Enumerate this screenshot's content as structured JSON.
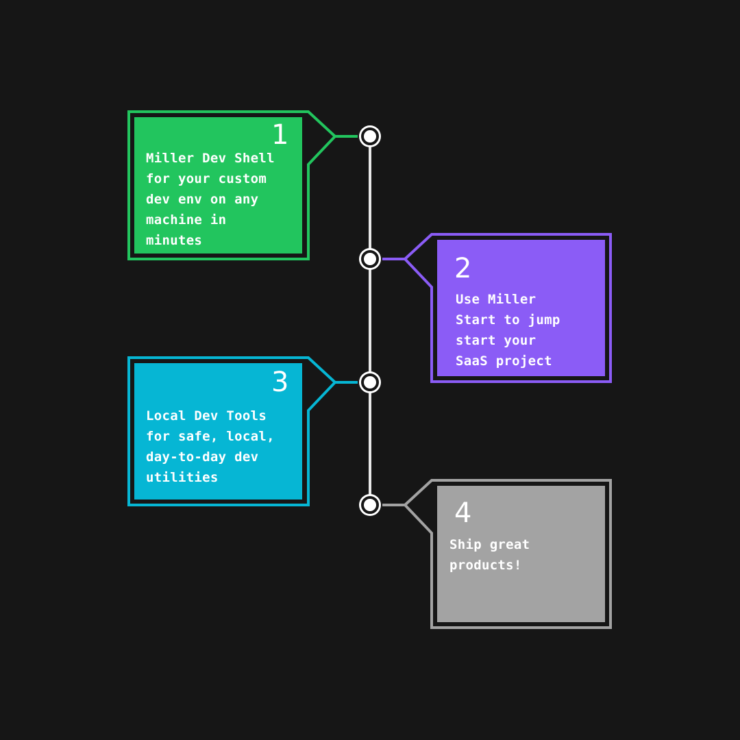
{
  "timeline": {
    "background": "#161616",
    "line_color": "#e8e8e8",
    "node_fill": "#ffffff",
    "steps": [
      {
        "number": "1",
        "text": "Miller Dev Shell\nfor your custom\ndev env on any\nmachine in\nminutes",
        "color": "#22c55e",
        "side": "left"
      },
      {
        "number": "2",
        "text": "Use Miller\nStart to jump\nstart your\nSaaS project",
        "color": "#8b5cf6",
        "side": "right"
      },
      {
        "number": "3",
        "text": "Local Dev Tools\nfor safe, local,\nday-to-day dev\nutilities",
        "color": "#06b6d4",
        "side": "left"
      },
      {
        "number": "4",
        "text": "Ship great\nproducts!",
        "color": "#a3a3a3",
        "side": "right"
      }
    ]
  }
}
